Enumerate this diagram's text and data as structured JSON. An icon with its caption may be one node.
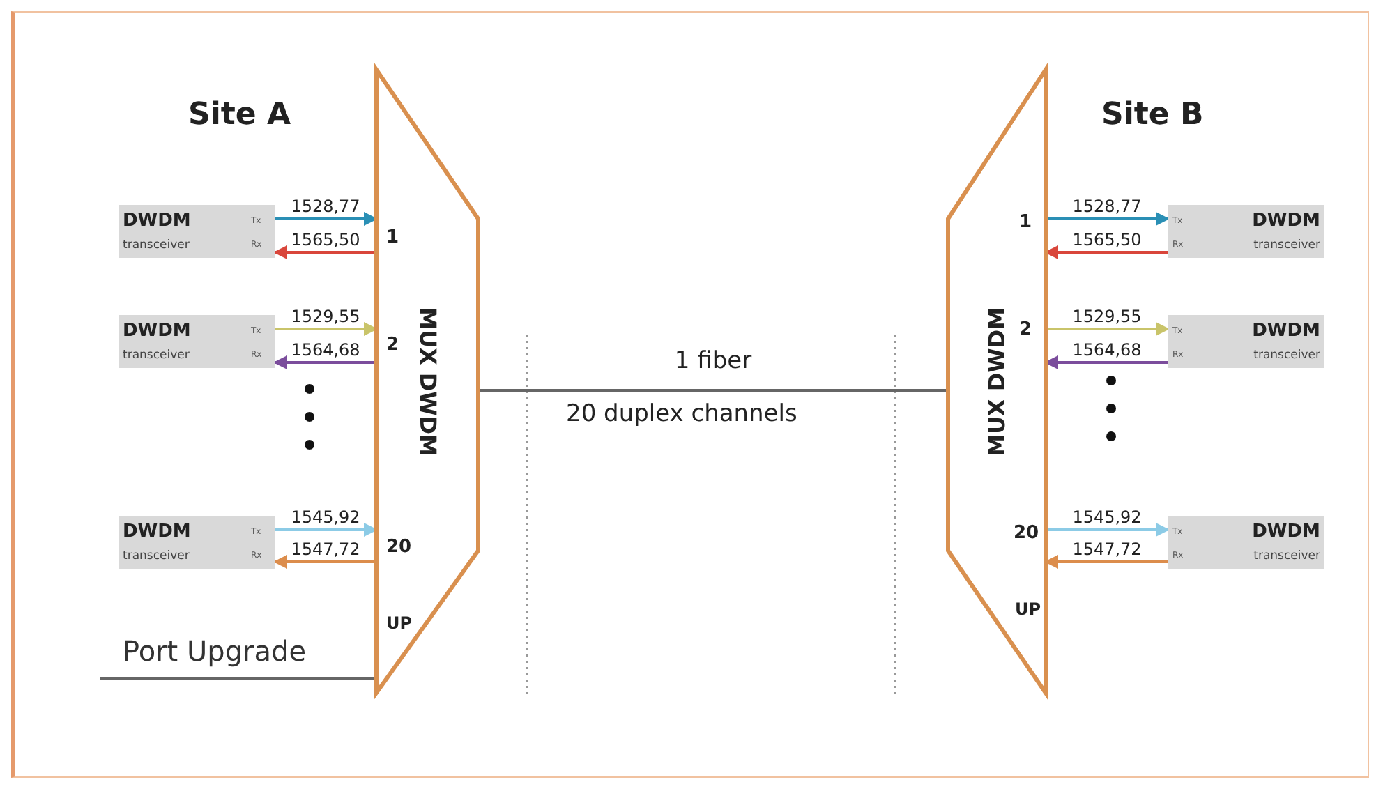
{
  "diagram": {
    "nodes": [
      {
        "text": [
          "DWDM",
          "transceiver",
          "Tx",
          "Rx"
        ]
      },
      {
        "text": [
          "DWDM",
          "transceiver",
          "Tx",
          "Rx"
        ]
      },
      {
        "text": [
          "DWDM",
          "transceiver",
          "Tx",
          "Rx"
        ]
      },
      {
        "text": [
          "MUX DWDM"
        ]
      },
      {
        "text": [
          "Port Upgrade"
        ]
      },
      {
        "text": [
          "MUX DWDM"
        ]
      },
      {
        "text": [
          "DWDM",
          "transceiver",
          "Tx",
          "Rx"
        ]
      },
      {
        "text": [
          "DWDM",
          "transceiver",
          "Tx",
          "Rx"
        ]
      },
      {
        "text": [
          "DWDM",
          "transceiver",
          "Tx",
          "Rx"
        ]
      }
    ],
    "edges": [
      {
        "from": 0,
        "to": 3,
        "arrow": "to",
        "label": "1528,77",
        "color": "#2a8fb5"
      },
      {
        "from": 3,
        "to": 0,
        "arrow": "to",
        "label": "1565,50",
        "color": "#d9463b"
      },
      {
        "from": 1,
        "to": 3,
        "arrow": "to",
        "label": "1529,55",
        "color": "#c9c46a"
      },
      {
        "from": 3,
        "to": 1,
        "arrow": "to",
        "label": "1564,68",
        "color": "#7b4d9c"
      },
      {
        "from": 2,
        "to": 3,
        "arrow": "to",
        "label": "1545,92",
        "color": "#8ccbe6"
      },
      {
        "from": 3,
        "to": 2,
        "arrow": "to",
        "label": "1547,72",
        "color": "#dc8d4c"
      },
      {
        "from": 4,
        "to": 3,
        "arrow": "none",
        "color": "#666666"
      },
      {
        "from": 3,
        "to": 5,
        "arrow": "none",
        "label": "1 fiber",
        "color": "#666666"
      },
      {
        "from": 5,
        "to": 6,
        "arrow": "to",
        "label": "1528,77",
        "color": "#2a8fb5"
      },
      {
        "from": 6,
        "to": 5,
        "arrow": "to",
        "label": "1565,50",
        "color": "#d9463b"
      },
      {
        "from": 5,
        "to": 7,
        "arrow": "to",
        "label": "1529,55",
        "color": "#c9c46a"
      },
      {
        "from": 7,
        "to": 5,
        "arrow": "to",
        "label": "1564,68",
        "color": "#7b4d9c"
      },
      {
        "from": 5,
        "to": 8,
        "arrow": "to",
        "label": "1545,92",
        "color": "#8ccbe6"
      },
      {
        "from": 8,
        "to": 5,
        "arrow": "to",
        "label": "1547,72",
        "color": "#dc8d4c"
      }
    ],
    "labels": [
      "Site A",
      "1",
      "2",
      "20",
      "UP",
      "Site B",
      "1",
      "2",
      "20",
      "UP",
      "20 duplex channels"
    ]
  }
}
